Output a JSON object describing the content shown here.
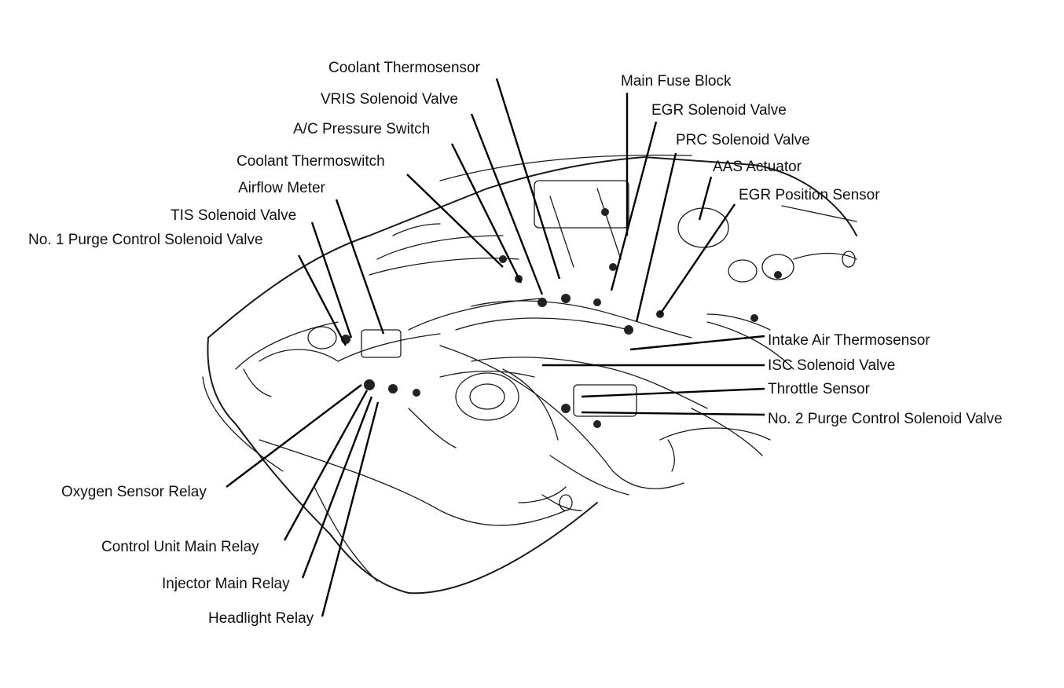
{
  "diagram": {
    "labels": {
      "coolant_thermosensor": "Coolant Thermosensor",
      "vris_solenoid_valve": "VRIS Solenoid Valve",
      "ac_pressure_switch": "A/C Pressure Switch",
      "coolant_thermoswitch": "Coolant Thermoswitch",
      "airflow_meter": "Airflow Meter",
      "tis_solenoid_valve": "TIS Solenoid Valve",
      "no1_purge_control_solenoid_valve": "No. 1 Purge Control Solenoid Valve",
      "main_fuse_block": "Main Fuse Block",
      "egr_solenoid_valve": "EGR Solenoid Valve",
      "prc_solenoid_valve": "PRC Solenoid Valve",
      "aas_actuator": "AAS Actuator",
      "egr_position_sensor": "EGR Position Sensor",
      "intake_air_thermosensor": "Intake Air Thermosensor",
      "isc_solenoid_valve": "ISC Solenoid Valve",
      "throttle_sensor": "Throttle Sensor",
      "no2_purge_control_solenoid_valve": "No. 2 Purge Control Solenoid Valve",
      "oxygen_sensor_relay": "Oxygen Sensor Relay",
      "control_unit_main_relay": "Control Unit Main Relay",
      "injector_main_relay": "Injector Main Relay",
      "headlight_relay": "Headlight Relay"
    }
  }
}
